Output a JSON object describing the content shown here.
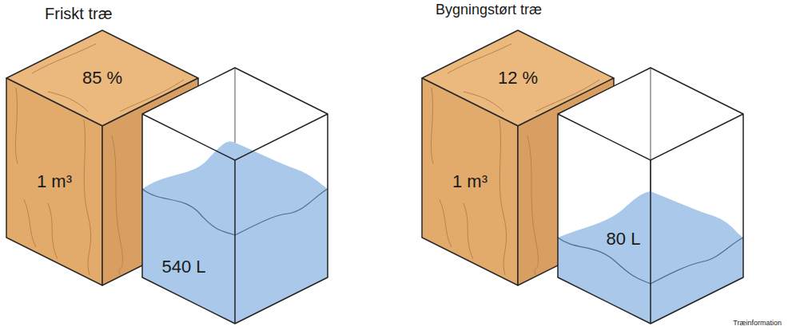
{
  "diagram": {
    "nodes": [
      {
        "text": [
          "85 %",
          "1 m³"
        ]
      },
      {
        "text": [
          "540 L"
        ]
      },
      {
        "text": [
          "12 %",
          "1 m³"
        ]
      },
      {
        "text": [
          "80 L"
        ]
      }
    ],
    "labels": [
      "Friskt træ",
      "Bygningstørt træ",
      "Træinformation"
    ]
  }
}
